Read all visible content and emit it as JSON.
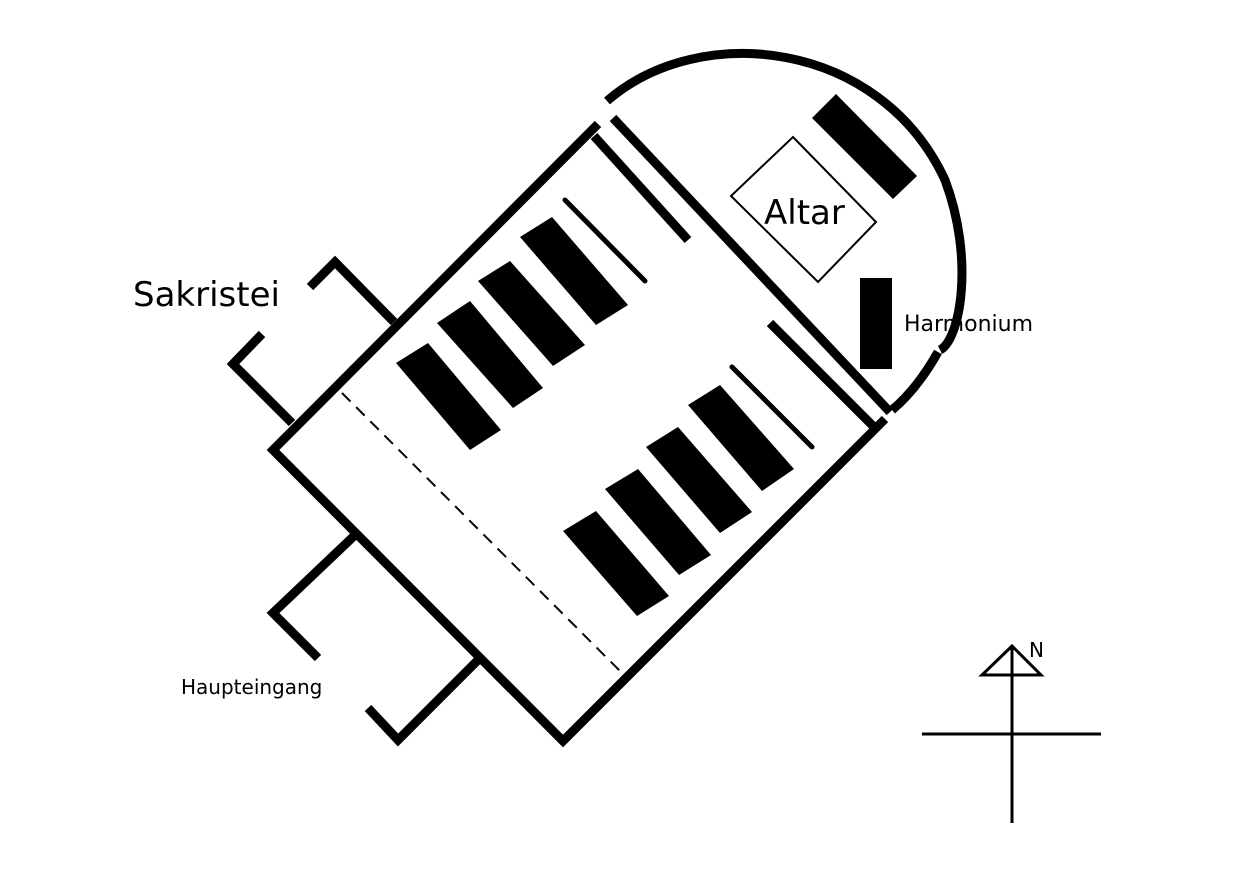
{
  "labels": {
    "altar": "Altar",
    "sacristy": "Sakristei",
    "harmonium": "Harmonium",
    "main_entrance": "Haupteingang",
    "north": "N"
  }
}
